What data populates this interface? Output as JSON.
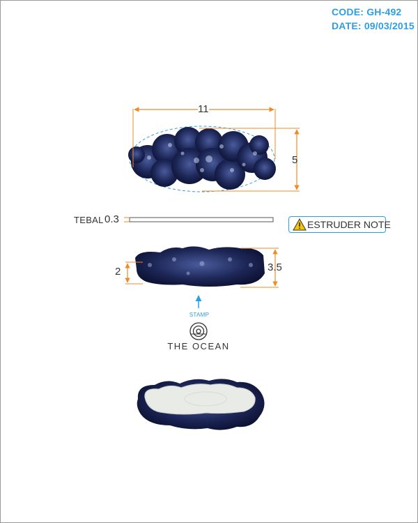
{
  "header": {
    "code": "CODE: GH-492",
    "date": "DATE: 09/03/2015"
  },
  "dimensions": {
    "length": "11",
    "width": "5",
    "thickness_label": "TEBAL",
    "thickness_value": "0.3",
    "side_height_low": "2",
    "side_height_high": "3.5"
  },
  "note": {
    "label": "ESTRUDER NOTE",
    "icon": "warning-triangle-icon"
  },
  "stamp": {
    "label": "STAMP",
    "icon": "concentric-circle-logo"
  },
  "brand": {
    "name": "THE OCEAN"
  },
  "colors": {
    "accent": "#2f9ee0",
    "dimension": "#f08a24",
    "glaze": "#1b2550",
    "base": "#e8ebe6"
  }
}
